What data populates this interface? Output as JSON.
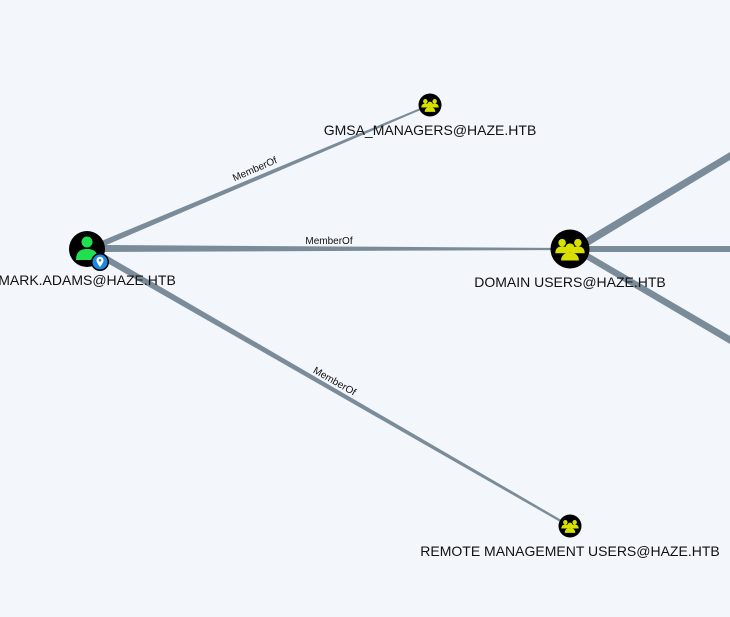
{
  "graph": {
    "colors": {
      "background": "#f3f6fa",
      "edge": "#7a8c99",
      "node_fill": "#000000",
      "user_icon": "#20e050",
      "group_icon": "#d8e000",
      "owned_badge": "#1e88e5"
    },
    "nodes": {
      "mark_adams": {
        "label": "MARK.ADAMS@HAZE.HTB",
        "kind": "user"
      },
      "gmsa_managers": {
        "label": "GMSA_MANAGERS@HAZE.HTB",
        "kind": "group"
      },
      "domain_users": {
        "label": "DOMAIN USERS@HAZE.HTB",
        "kind": "group"
      },
      "remote_management_users": {
        "label": "REMOTE MANAGEMENT USERS@HAZE.HTB",
        "kind": "group"
      }
    },
    "edges": {
      "to_gmsa": {
        "label": "MemberOf"
      },
      "to_domain_users": {
        "label": "MemberOf"
      },
      "to_remote_mgmt": {
        "label": "MemberOf"
      }
    }
  }
}
